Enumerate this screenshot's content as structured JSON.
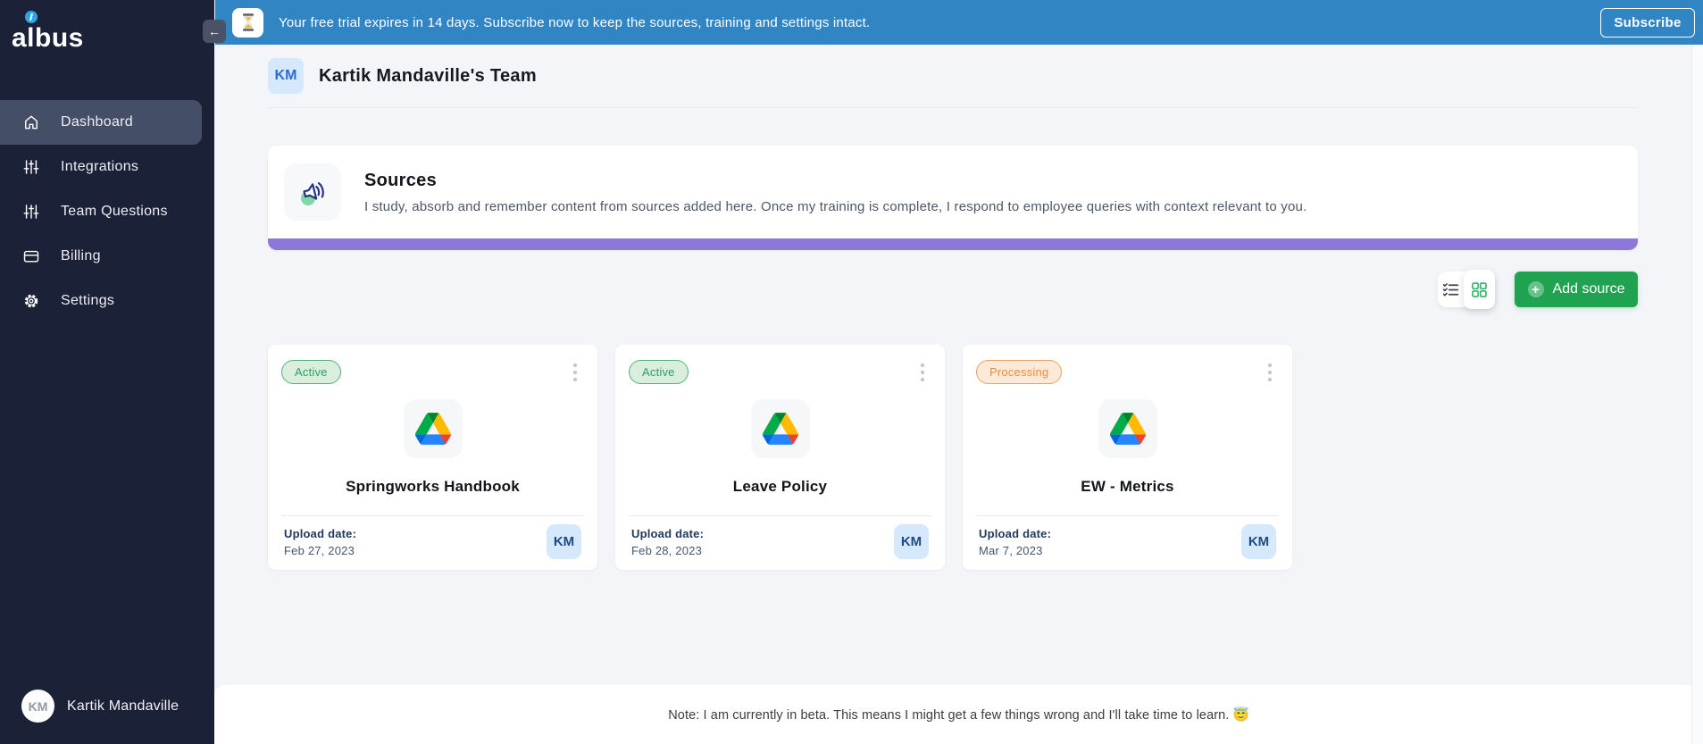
{
  "app": {
    "logo_text": "albus"
  },
  "sidebar": {
    "items": [
      {
        "label": "Dashboard",
        "icon": "home-icon",
        "active": true
      },
      {
        "label": "Integrations",
        "icon": "sliders-icon",
        "active": false
      },
      {
        "label": "Team Questions",
        "icon": "sliders-icon",
        "active": false
      },
      {
        "label": "Billing",
        "icon": "credit-card-icon",
        "active": false
      },
      {
        "label": "Settings",
        "icon": "gear-icon",
        "active": false
      }
    ],
    "user": {
      "initials": "KM",
      "name": "Kartik Mandaville"
    }
  },
  "banner": {
    "icon": "hourglass-icon",
    "message": "Your free trial expires in 14 days. Subscribe now to keep the sources, training and settings intact.",
    "subscribe_label": "Subscribe"
  },
  "header": {
    "team_initials": "KM",
    "team_name": "Kartik Mandaville's Team"
  },
  "sources": {
    "title": "Sources",
    "description": "I study, absorb and remember content from sources added here. Once my training is complete, I respond to employee queries with context relevant to you.",
    "add_button_label": "Add source"
  },
  "source_cards": [
    {
      "status": "Active",
      "status_type": "active",
      "provider": "google-drive-icon",
      "title": "Springworks Handbook",
      "upload_label": "Upload date:",
      "upload_date": "Feb 27, 2023",
      "owner_initials": "KM"
    },
    {
      "status": "Active",
      "status_type": "active",
      "provider": "google-drive-icon",
      "title": "Leave Policy",
      "upload_label": "Upload date:",
      "upload_date": "Feb 28, 2023",
      "owner_initials": "KM"
    },
    {
      "status": "Processing",
      "status_type": "processing",
      "provider": "google-drive-icon",
      "title": "EW - Metrics",
      "upload_label": "Upload date:",
      "upload_date": "Mar 7, 2023",
      "owner_initials": "KM"
    }
  ],
  "footer": {
    "note": "Note: I am currently in beta. This means I might get a few things wrong and I'll take time to learn. 😇"
  },
  "colors": {
    "sidebar_bg": "#1b2136",
    "sidebar_active": "#454e67",
    "banner_bg": "#3185c3",
    "accent_purple": "#8d77d8",
    "button_green": "#20a351",
    "badge_active_text": "#2f9e5e",
    "badge_processing_text": "#e98c3f",
    "avatar_blue_bg": "#d6e8fb",
    "avatar_blue_text": "#2d6bd0",
    "page_bg": "#f4f5f8"
  },
  "icons": {
    "collapse-icon": "←",
    "hourglass-icon": "⌛",
    "home-icon": "⌂",
    "sliders-icon": "⫼",
    "credit-card-icon": "▭",
    "gear-icon": "⚙",
    "megaphone-icon": "📢",
    "list-view-icon": "☱",
    "grid-view-icon": "▦",
    "plus-icon": "+",
    "kebab-menu-icon": "⋮",
    "google-drive-icon": "△"
  }
}
